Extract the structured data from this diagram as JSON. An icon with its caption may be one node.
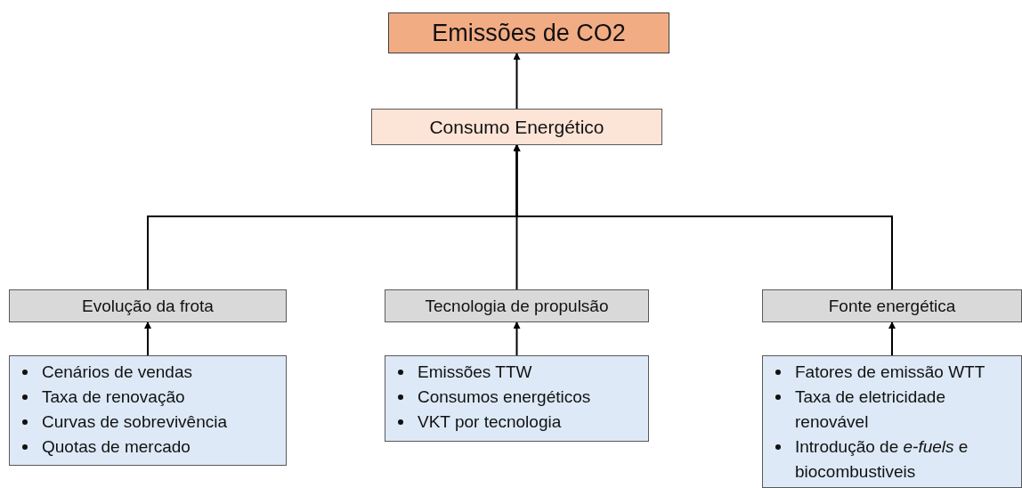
{
  "diagram": {
    "nodes": [
      {
        "text": [
          "Emissões de CO2"
        ]
      },
      {
        "text": [
          "Consumo Energético"
        ]
      },
      {
        "text": [
          "Evolução da frota"
        ]
      },
      {
        "text": [
          "Tecnologia de propulsão"
        ]
      },
      {
        "text": [
          "Fonte energética"
        ]
      },
      {
        "text": [
          "Cenários de vendas",
          "Taxa de renovação",
          "Curvas de sobrevivência",
          "Quotas de mercado"
        ]
      },
      {
        "text": [
          "Emissões TTW",
          "Consumos energéticos",
          "VKT por tecnologia"
        ]
      },
      {
        "text": [
          "Fatores de emissão WTT",
          "Taxa de eletricidade renovável",
          "Introdução de *e-fuels* e biocombustiveis"
        ]
      }
    ],
    "edges": [
      {
        "from": 1,
        "to": 0,
        "arrow": "to"
      },
      {
        "from": 2,
        "to": 1,
        "arrow": "to"
      },
      {
        "from": 3,
        "to": 1,
        "arrow": "to"
      },
      {
        "from": 4,
        "to": 1,
        "arrow": "to"
      },
      {
        "from": 5,
        "to": 2,
        "arrow": "to"
      },
      {
        "from": 6,
        "to": 3,
        "arrow": "to"
      },
      {
        "from": 7,
        "to": 4,
        "arrow": "to"
      }
    ]
  }
}
